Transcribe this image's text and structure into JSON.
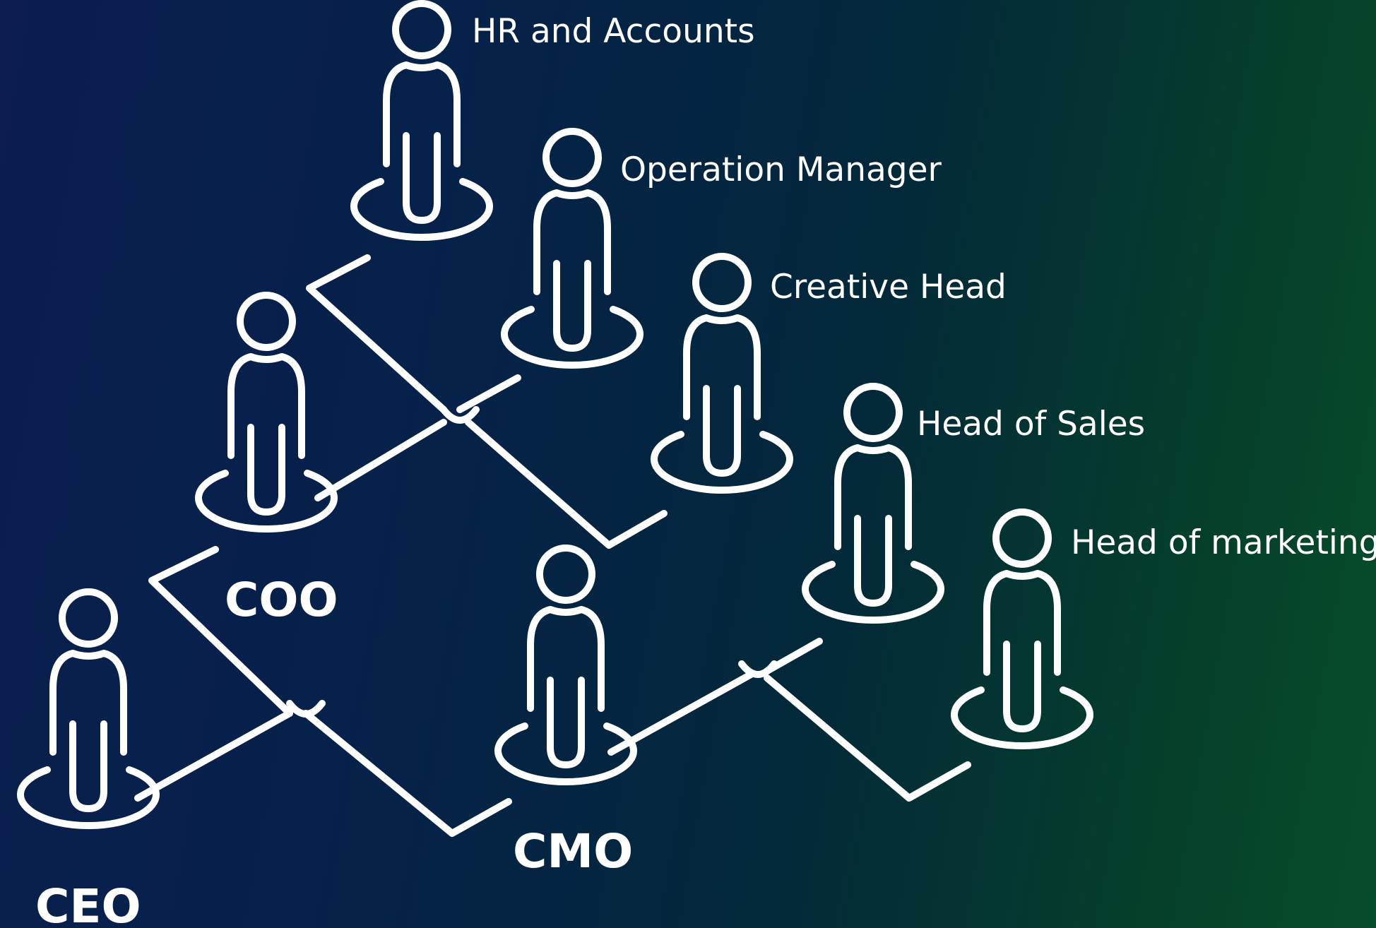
{
  "diagram": {
    "colors": {
      "stroke": "#ffffff",
      "text": "#ffffff",
      "background_left": "#0b1e4e",
      "background_right": "#064d2a"
    },
    "icon": "person-on-ring-icon",
    "nodes": [
      {
        "id": "ceo",
        "label": "CEO"
      },
      {
        "id": "coo",
        "label": "COO"
      },
      {
        "id": "cmo",
        "label": "CMO"
      },
      {
        "id": "hr",
        "label": "HR and Accounts"
      },
      {
        "id": "ops",
        "label": "Operation Manager"
      },
      {
        "id": "creative",
        "label": "Creative Head"
      },
      {
        "id": "sales",
        "label": "Head of Sales"
      },
      {
        "id": "marketing",
        "label": "Head of marketing"
      }
    ],
    "edges": [
      {
        "from": "ceo",
        "to": "coo"
      },
      {
        "from": "ceo",
        "to": "cmo"
      },
      {
        "from": "coo",
        "to": "hr"
      },
      {
        "from": "coo",
        "to": "ops"
      },
      {
        "from": "coo",
        "to": "creative"
      },
      {
        "from": "cmo",
        "to": "sales"
      },
      {
        "from": "cmo",
        "to": "marketing"
      }
    ]
  }
}
